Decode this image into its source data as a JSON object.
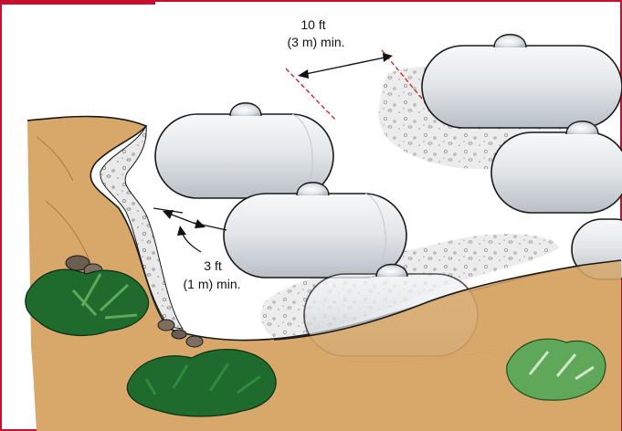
{
  "colors": {
    "frame": "#c8102e",
    "soil": "#d8a86a",
    "soil_dark": "#b07a3c",
    "gravel": "#e6e6e6",
    "tank_body": "#e9ecef",
    "tank_shade": "#b8bec5",
    "plant_dark": "#1f6b2e",
    "plant_light": "#5fa85a",
    "dimension_line": "#d62828",
    "rock": "#6b5d52"
  },
  "dimensions": {
    "tank_spacing": {
      "value": "10 ft",
      "metric": "(3 m) min."
    },
    "wall_clearance": {
      "value": "3 ft",
      "metric": "(1 m) min."
    }
  }
}
